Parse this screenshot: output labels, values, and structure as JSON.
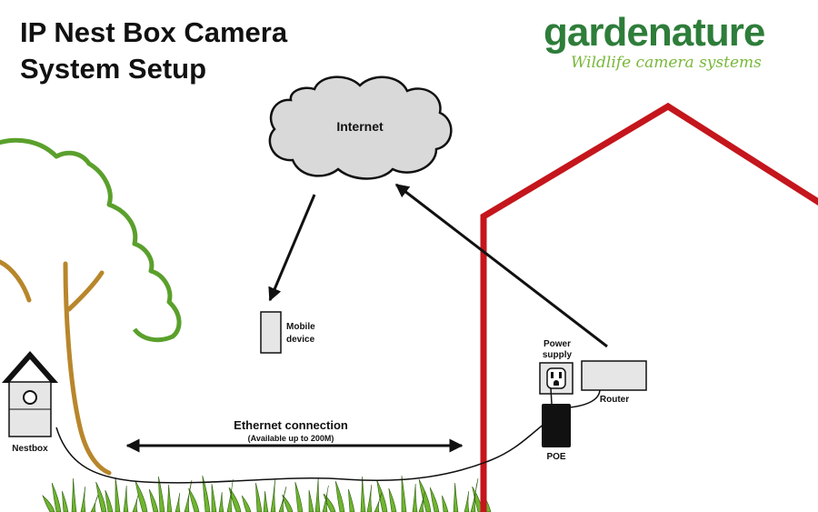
{
  "title": {
    "line1": "IP Nest Box Camera",
    "line2": "System Setup"
  },
  "logo": {
    "brand": "gardenature",
    "tagline": "Wildlife camera systems"
  },
  "labels": {
    "internet": "Internet",
    "mobile_line1": "Mobile",
    "mobile_line2": "device",
    "power_line1": "Power",
    "power_line2": "supply",
    "router": "Router",
    "poe": "POE",
    "nestbox": "Nestbox",
    "ethernet": "Ethernet connection",
    "ethernet_note": "(Available up to 200M)"
  },
  "colors": {
    "house": "#c4161c",
    "tree_canopy": "#5aa02c",
    "trunk": "#b8862b",
    "cloud": "#d9d9d9",
    "device": "#e6e6e6",
    "grass": "#6fb52e",
    "brand": "#2e7d3a",
    "tagline": "#79b83a"
  }
}
